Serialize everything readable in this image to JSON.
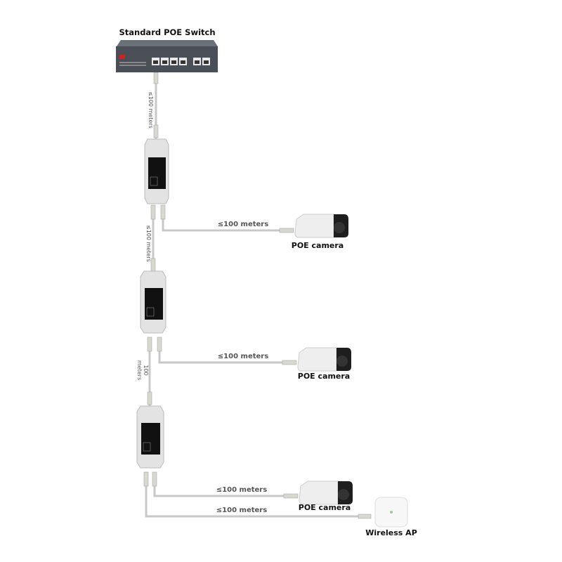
{
  "title": "Standard POE Switch",
  "cable_labels": {
    "switch_to_ext1": "≤100 meters",
    "ext1_to_ext2": "≤100 meters",
    "ext2_to_ext3": "100 meters",
    "ext1_to_camera1": "≤100 meters",
    "ext2_to_camera2": "≤100 meters",
    "ext3_to_camera3": "≤100 meters",
    "ext3_to_ap": "≤100 meters"
  },
  "devices": {
    "camera1": "POE camera",
    "camera2": "POE camera",
    "camera3": "POE camera",
    "ap": "Wireless AP"
  },
  "colors": {
    "cable": "#c8c8c8",
    "switch": "#4a4f57",
    "extender": "#e3e3e3",
    "panel": "#111111"
  }
}
